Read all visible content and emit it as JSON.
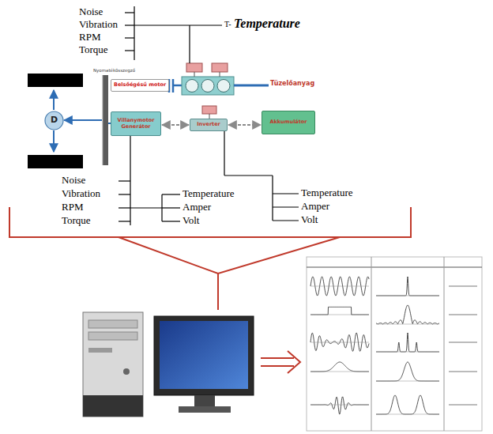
{
  "diagram": {
    "nodes": [
      {
        "text": [
          "D"
        ]
      },
      {
        "text": [
          "Belsőégésű motor"
        ]
      },
      {
        "text": [
          "Villanymotor Generátor"
        ]
      },
      {
        "text": [
          "Inverter"
        ]
      },
      {
        "text": [
          "Akkumulátor"
        ]
      }
    ],
    "edges": [
      {
        "from": 2,
        "to": 3,
        "arrow": "both"
      },
      {
        "from": 3,
        "to": 4,
        "arrow": "both"
      }
    ],
    "labels": [
      "Nyomatékösszegző",
      "Tüzelőanyag",
      "Noise",
      "Vibration",
      "RPM",
      "Torque",
      "T-",
      "Temperature",
      "Noise",
      "Vibration",
      "RPM",
      "Torque",
      "Temperature",
      "Amper",
      "Volt",
      "Temperature",
      "Amper",
      "Volt"
    ]
  }
}
